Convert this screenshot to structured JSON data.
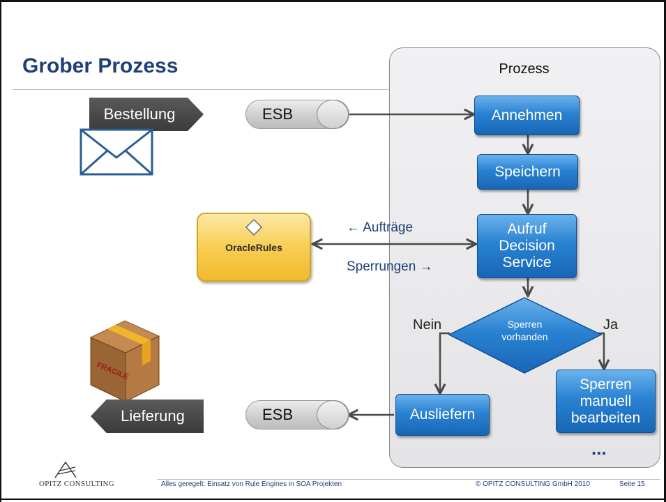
{
  "title": "Grober Prozess",
  "panel": {
    "label": "Prozess"
  },
  "steps": {
    "annehmen": "Annehmen",
    "speichern": "Speichern",
    "decision_1": "Aufruf",
    "decision_2": "Decision",
    "decision_3": "Service",
    "diamond_1": "Sperren",
    "diamond_2": "vorhanden",
    "ausliefern": "Ausliefern",
    "manual_1": "Sperren",
    "manual_2": "manuell",
    "manual_3": "bearbeiten",
    "ellipsis": "..."
  },
  "branches": {
    "no": "Nein",
    "yes": "Ja"
  },
  "external": {
    "order_flag": "Bestellung",
    "delivery_flag": "Lieferung",
    "esb_top": "ESB",
    "esb_bottom": "ESB",
    "oracle": "OracleRules",
    "to_rules": "← Aufträge",
    "from_rules": "Sperrungen →"
  },
  "footer": {
    "logo_text": "OPITZ CONSULTING",
    "subtitle": "Alles geregelt: Einsatz von Rule Engines in SOA Projekten",
    "copyright": "© OPITZ CONSULTING GmbH 2010",
    "page": "Seite 15"
  },
  "colors": {
    "title": "#1f3f78",
    "box": "#1a6fc2",
    "oracle": "#f6c84a",
    "flag": "#444444"
  }
}
